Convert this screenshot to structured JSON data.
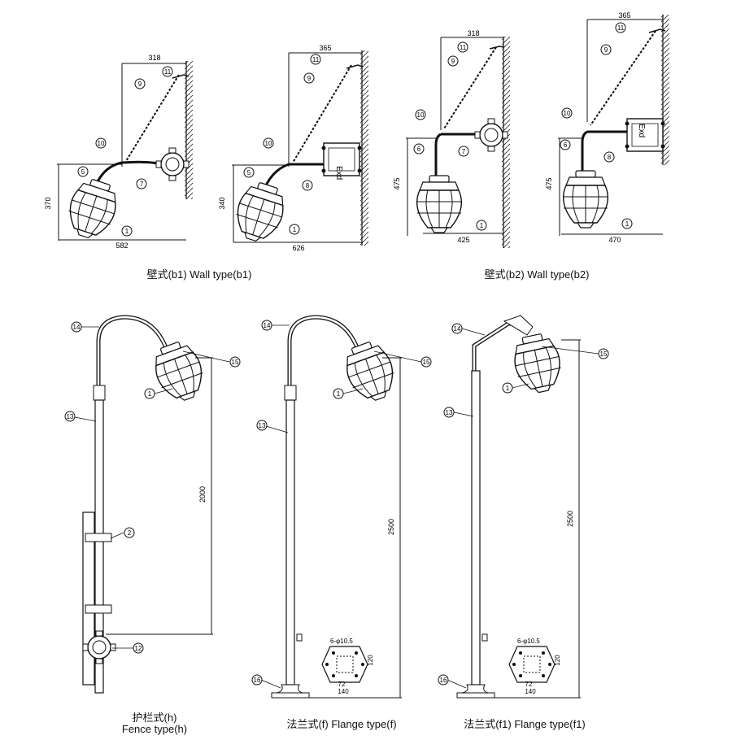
{
  "figures": {
    "b1": {
      "caption": "壁式(b1) Wall type(b1)",
      "dims": {
        "top": "318",
        "height": "370",
        "bottom": "582"
      },
      "callouts": [
        "11",
        "9",
        "10",
        "5",
        "7",
        "1"
      ]
    },
    "b1_box": {
      "dims": {
        "top": "365",
        "height": "340",
        "bottom": "626"
      },
      "callouts": [
        "11",
        "9",
        "10",
        "5",
        "8",
        "1"
      ],
      "box_mark": "Exd"
    },
    "b2": {
      "caption": "壁式(b2) Wall type(b2)",
      "dims": {
        "top": "318",
        "height": "475",
        "bottom": "425"
      },
      "callouts": [
        "11",
        "9",
        "10",
        "6",
        "7",
        "1"
      ]
    },
    "b2_box": {
      "dims": {
        "top": "365",
        "height": "475",
        "bottom": "470"
      },
      "callouts": [
        "11",
        "9",
        "10",
        "6",
        "8",
        "1"
      ],
      "box_mark": "Exd"
    },
    "h": {
      "caption_cn": "护栏式(h)",
      "caption_en": "Fence type(h)",
      "dims": {
        "height": "2000"
      },
      "callouts": [
        "14",
        "15",
        "1",
        "13",
        "2",
        "12"
      ]
    },
    "f": {
      "caption": "法兰式(f) Flange type(f)",
      "dims": {
        "height": "2500"
      },
      "callouts": [
        "14",
        "15",
        "1",
        "13",
        "16"
      ],
      "flange": {
        "holes": "6-φ10.5",
        "w1": "72",
        "w2": "140",
        "h": "120"
      }
    },
    "f1": {
      "caption": "法兰式(f1) Flange type(f1)",
      "dims": {
        "height": "2500"
      },
      "callouts": [
        "14",
        "15",
        "1",
        "13",
        "16"
      ],
      "flange": {
        "holes": "6-φ10.5",
        "w1": "72",
        "w2": "140",
        "h": "120"
      }
    }
  }
}
